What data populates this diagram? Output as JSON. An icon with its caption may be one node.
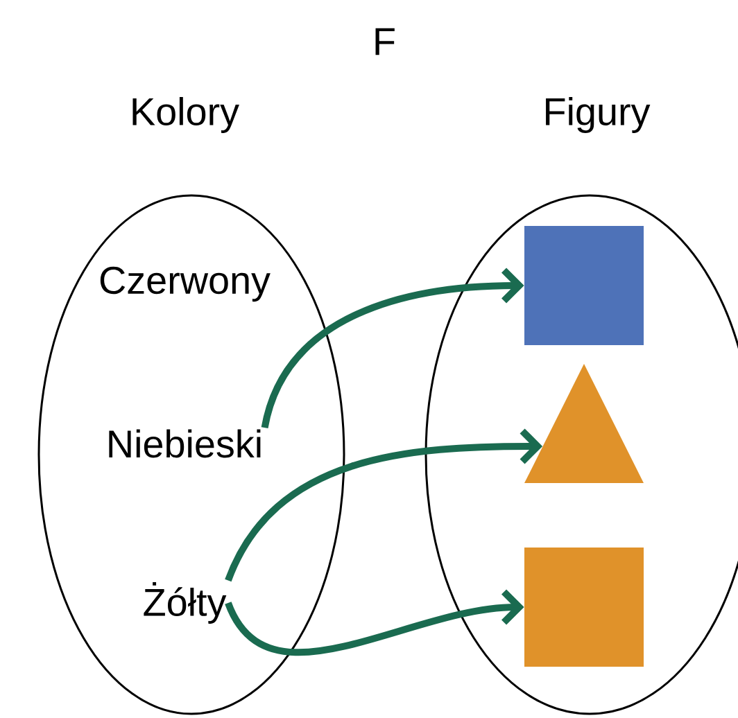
{
  "diagram": {
    "title": "F",
    "nodes": [
      {
        "text": [
          "Kolory"
        ]
      },
      {
        "text": [
          "Czerwony"
        ],
        "in": 0
      },
      {
        "text": [
          "Niebieski"
        ],
        "in": 0
      },
      {
        "text": [
          "Żółty"
        ],
        "in": 0
      },
      {
        "text": [
          "Figury"
        ]
      },
      {
        "text": [],
        "shape": "box",
        "in": 4
      },
      {
        "text": [],
        "shape": "triangle",
        "in": 4
      },
      {
        "text": [],
        "shape": "box",
        "in": 4
      }
    ],
    "edges": [
      {
        "from": 2,
        "to": 5,
        "arrow": "to"
      },
      {
        "from": 3,
        "to": 6,
        "arrow": "to"
      },
      {
        "from": 3,
        "to": 7,
        "arrow": "to"
      }
    ]
  }
}
